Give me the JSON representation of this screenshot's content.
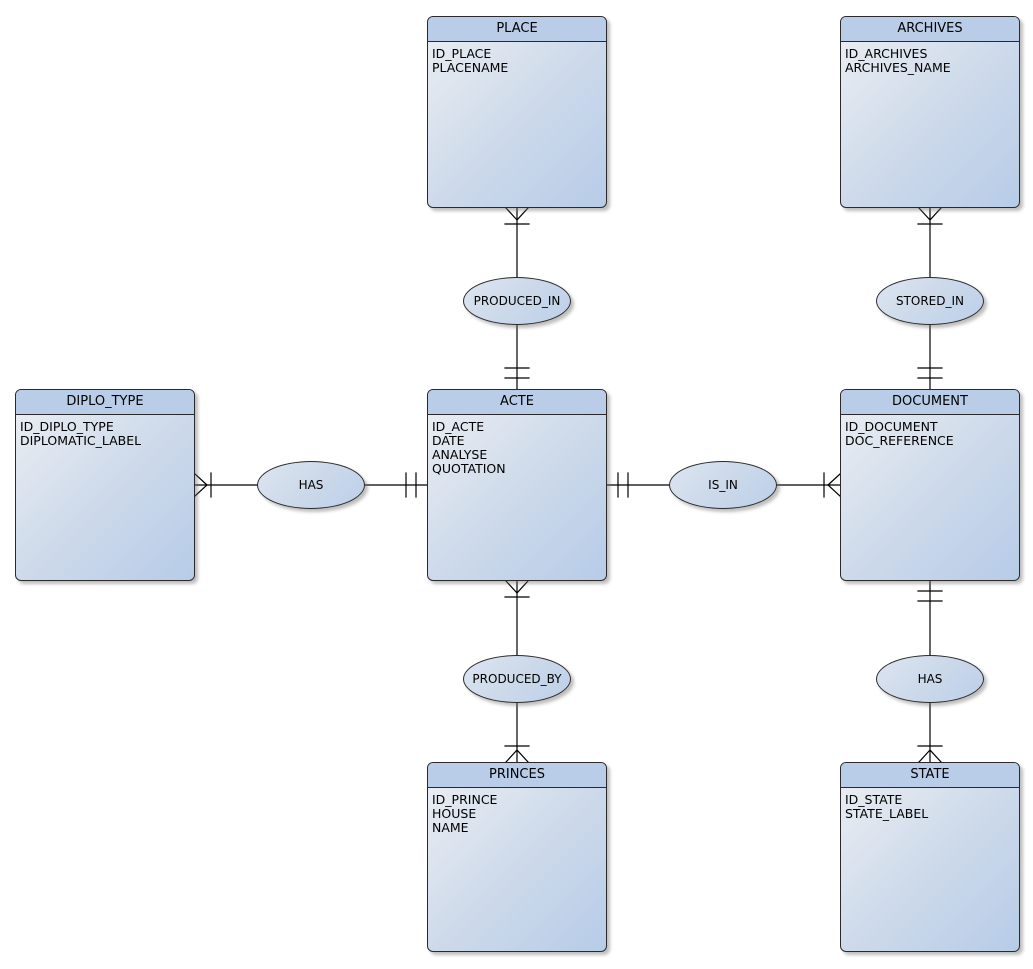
{
  "diagram": {
    "type": "entity-relationship",
    "colors": {
      "background": "#ffffff",
      "header_fill": "#b9cde8",
      "body_gradient_start": "#edeff3",
      "body_gradient_end": "#b7cce8",
      "shape_border": "#2a2a2a",
      "connector": "#000000"
    },
    "entities": [
      {
        "name": "PLACE",
        "attributes": [
          "ID_PLACE",
          "PLACENAME"
        ]
      },
      {
        "name": "ARCHIVES",
        "attributes": [
          "ID_ARCHIVES",
          "ARCHIVES_NAME"
        ]
      },
      {
        "name": "DIPLO_TYPE",
        "attributes": [
          "ID_DIPLO_TYPE",
          "DIPLOMATIC_LABEL"
        ]
      },
      {
        "name": "ACTE",
        "attributes": [
          "ID_ACTE",
          "DATE",
          "ANALYSE",
          "QUOTATION"
        ]
      },
      {
        "name": "DOCUMENT",
        "attributes": [
          "ID_DOCUMENT",
          "DOC_REFERENCE"
        ]
      },
      {
        "name": "PRINCES",
        "attributes": [
          "ID_PRINCE",
          "HOUSE",
          "NAME"
        ]
      },
      {
        "name": "STATE",
        "attributes": [
          "ID_STATE",
          "STATE_LABEL"
        ]
      }
    ],
    "relationships": [
      {
        "label": "PRODUCED_IN",
        "from": "PLACE",
        "to": "ACTE",
        "from_marker": "crow-foot-with-tick",
        "to_marker": "double-tick"
      },
      {
        "label": "STORED_IN",
        "from": "ARCHIVES",
        "to": "DOCUMENT",
        "from_marker": "crow-foot-with-tick",
        "to_marker": "double-tick"
      },
      {
        "label": "HAS",
        "from": "DIPLO_TYPE",
        "to": "ACTE",
        "from_marker": "crow-foot-with-tick",
        "to_marker": "double-tick"
      },
      {
        "label": "IS_IN",
        "from": "ACTE",
        "to": "DOCUMENT",
        "from_marker": "double-tick",
        "to_marker": "crow-foot-with-tick"
      },
      {
        "label": "PRODUCED_BY",
        "from": "ACTE",
        "to": "PRINCES",
        "from_marker": "crow-foot-with-tick",
        "to_marker": "crow-foot-with-tick"
      },
      {
        "label": "HAS",
        "from": "DOCUMENT",
        "to": "STATE",
        "from_marker": "double-tick",
        "to_marker": "crow-foot-with-tick"
      }
    ]
  }
}
